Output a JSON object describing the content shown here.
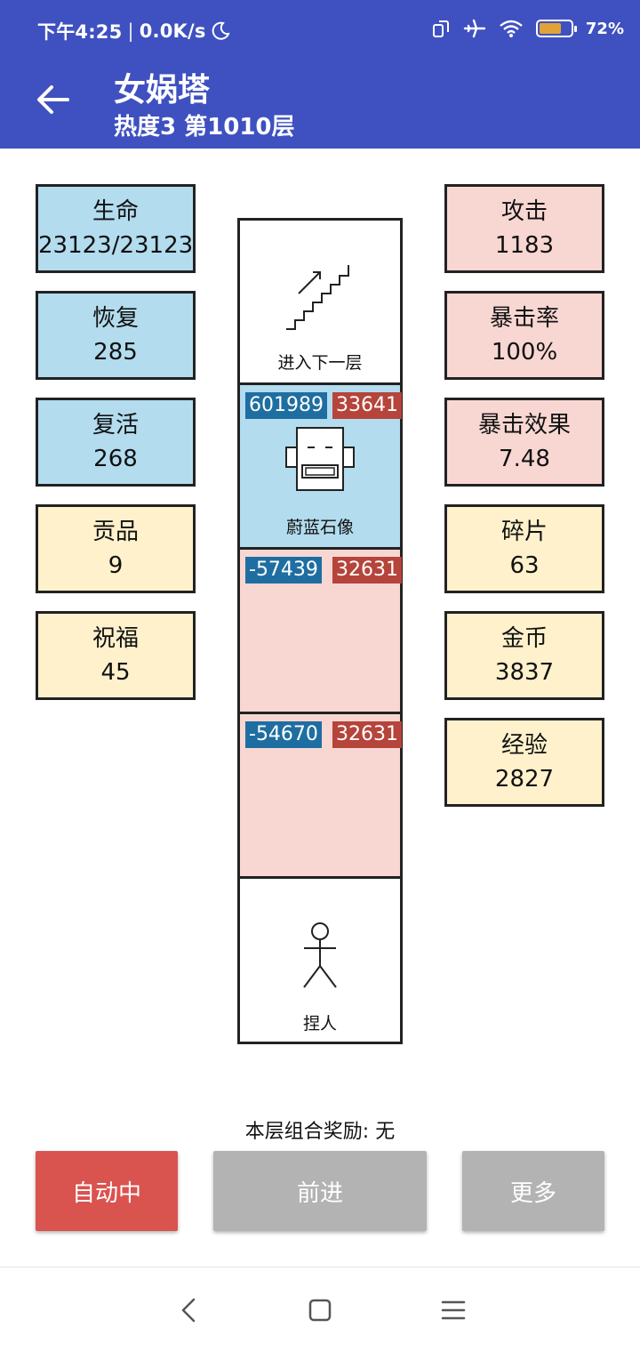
{
  "status_bar": {
    "time": "下午4:25",
    "speed": "0.0K/s",
    "battery": "72",
    "battery_fill": 0.72
  },
  "header": {
    "title": "女娲塔",
    "subtitle": "热度3 第1010层"
  },
  "left_stats": [
    {
      "label": "生命",
      "value": "23123/23123"
    },
    {
      "label": "恢复",
      "value": "285"
    },
    {
      "label": "复活",
      "value": "268"
    },
    {
      "label": "贡品",
      "value": "9"
    },
    {
      "label": "祝福",
      "value": "45"
    }
  ],
  "right_stats": [
    {
      "label": "攻击",
      "value": "1183"
    },
    {
      "label": "暴击率",
      "value": "100%"
    },
    {
      "label": "暴击效果",
      "value": "7.48"
    },
    {
      "label": "碎片",
      "value": "63"
    },
    {
      "label": "金币",
      "value": "3837"
    },
    {
      "label": "经验",
      "value": "2827"
    }
  ],
  "tower": {
    "stairs_label": "进入下一层",
    "enemy": {
      "hp": "601989",
      "atk": "33641",
      "name": "蔚蓝石像"
    },
    "cell2": {
      "hp": "-57439",
      "atk": "32631"
    },
    "cell3": {
      "hp": "-54670",
      "atk": "32631"
    },
    "player_label": "捏人"
  },
  "bonus_text": "本层组合奖励: 无",
  "buttons": {
    "auto": "自动中",
    "forward": "前进",
    "more": "更多"
  },
  "colors": {
    "appbar": "#3f51c0",
    "blue": "#b3dcee",
    "pink": "#f8d7d3",
    "yellow": "#fef1cc",
    "auto_button": "#d9534f",
    "gray_button": "#b3b3b3"
  }
}
